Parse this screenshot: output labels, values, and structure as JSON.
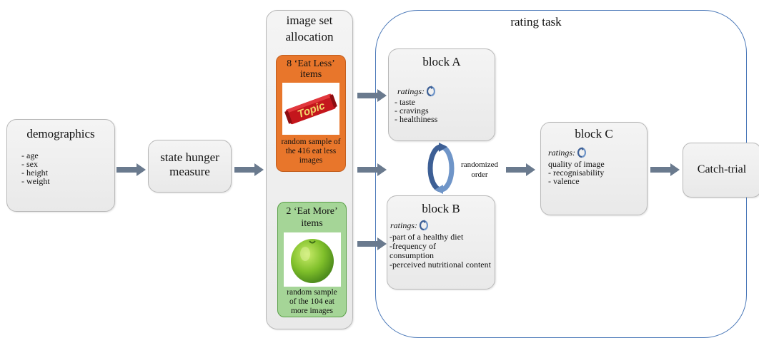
{
  "demographics": {
    "title": "demographics",
    "items": [
      "- age",
      "- sex",
      "- height",
      "- weight"
    ]
  },
  "hunger": {
    "title": "state hunger measure"
  },
  "allocation": {
    "title": "image set allocation",
    "eat_less": {
      "header": "8 ‘Eat Less’ items",
      "caption": "random sample of the 416 eat less images",
      "color": "#e8762b"
    },
    "eat_more": {
      "header": "2 ‘Eat More’ items",
      "caption": "random sample of the 104 eat more images",
      "color": "#9fd08f"
    }
  },
  "rating_task": {
    "title": "rating task"
  },
  "block_a": {
    "title": "block A",
    "ratings_label": "ratings:",
    "items": [
      "- taste",
      "- cravings",
      "- healthiness"
    ]
  },
  "block_b": {
    "title": "block B",
    "ratings_label": "ratings:",
    "items": [
      "-part of a healthy diet",
      "-frequency of consumption",
      "-perceived nutritional content"
    ]
  },
  "order": {
    "label": "randomized order"
  },
  "block_c": {
    "title": "block C",
    "ratings_label": "ratings:",
    "items": [
      "quality of image",
      "- recognisability",
      "- valence"
    ]
  },
  "catch": {
    "title": "Catch-trial"
  },
  "colors": {
    "arrow": "#6a7a8e",
    "rating_border": "#4a78b8",
    "swap_icon": "#3d5f95"
  }
}
